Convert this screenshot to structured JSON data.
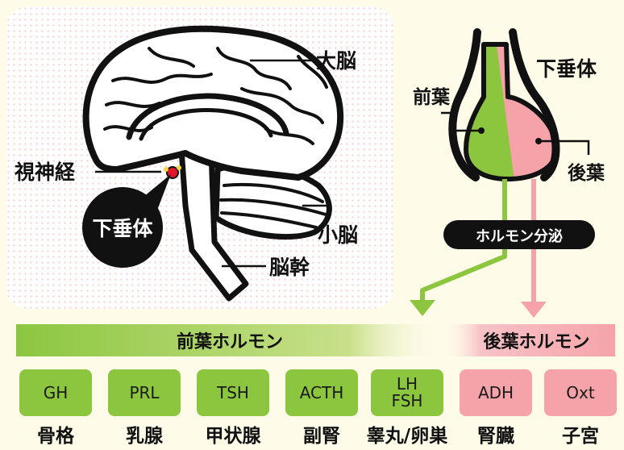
{
  "brain": {
    "cerebrum": "大脳",
    "optic_nerve": "視神経",
    "pituitary": "下垂体",
    "cerebellum": "小脳",
    "brainstem": "脳幹"
  },
  "pituitary": {
    "title": "下垂体",
    "anterior": "前葉",
    "posterior": "後葉",
    "secretion": "ホルモン分泌"
  },
  "anterior_bar": "前葉ホルモン",
  "posterior_bar": "後葉ホルモン",
  "hormones": [
    {
      "name": "GH",
      "target": "骨格"
    },
    {
      "name": "PRL",
      "target": "乳腺"
    },
    {
      "name": "TSH",
      "target": "甲状腺"
    },
    {
      "name": "ACTH",
      "target": "副腎"
    },
    {
      "name_line1": "LH",
      "name_line2": "FSH",
      "target": "睾丸/卵巣"
    },
    {
      "name": "ADH",
      "target": "腎臓"
    },
    {
      "name": "Oxt",
      "target": "子宮"
    }
  ],
  "colors": {
    "anterior_green": "#8cc63f",
    "posterior_pink": "#f5a3a9",
    "panel_cream": "#fffbe9",
    "brain_panel": "#fdf0f2"
  }
}
